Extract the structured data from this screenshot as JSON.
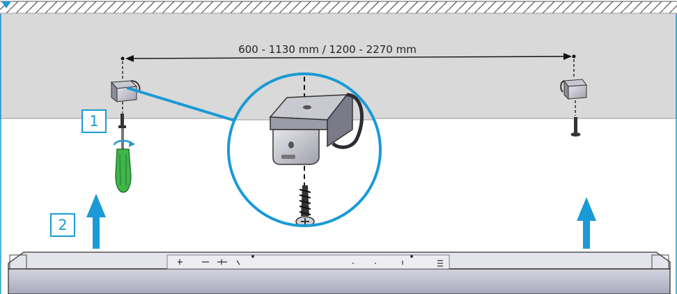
{
  "dimension": {
    "label": "600 - 1130 mm / 1200 - 2270 mm"
  },
  "steps": [
    {
      "number": "1",
      "action": "screw bracket to ceiling"
    },
    {
      "number": "2",
      "action": "lift luminaire onto brackets"
    }
  ],
  "colors": {
    "accent": "#1a9ad6",
    "ceiling": "#d9d9d9",
    "luminaire_body": "#b9b9c9",
    "screwdriver_handle": "#3fb54a"
  },
  "icons": [
    "mounting-bracket-icon",
    "screw-icon",
    "screwdriver-icon",
    "up-arrow-icon",
    "luminaire-icon"
  ]
}
